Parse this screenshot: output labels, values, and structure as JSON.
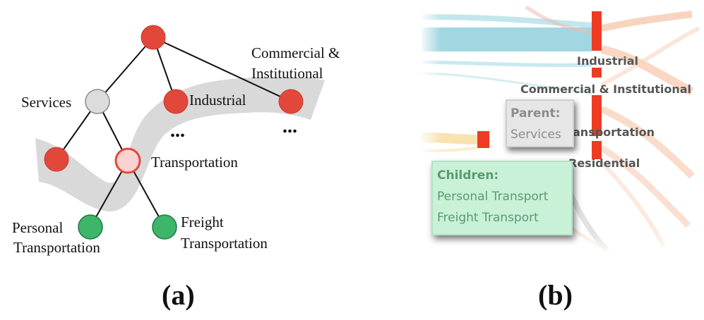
{
  "panel_a": {
    "nodes": {
      "services": "Services",
      "industrial": "Industrial",
      "commercial_line1": "Commercial &",
      "commercial_line2": "Institutional",
      "transportation": "Transportation",
      "personal_line1": "Personal",
      "personal_line2": "Transportation",
      "freight_line1": "Freight",
      "freight_line2": "Transportation",
      "ellipsis": "..."
    },
    "caption": "(a)"
  },
  "panel_b": {
    "nodes": {
      "industrial": "Industrial",
      "commercial": "Commercial & Institutional",
      "transportation_partial": "ansportation",
      "residential_partial": "Residential"
    },
    "parent_tooltip": {
      "heading": "Parent:",
      "item": "Services"
    },
    "children_tooltip": {
      "heading": "Children:",
      "items": [
        "Personal Transport",
        "Freight Transport"
      ]
    },
    "caption": "(b)"
  },
  "colors": {
    "node_red": "#e2483a",
    "node_gray": "#dcdcdc",
    "node_pink": "#fbd2d2",
    "node_green": "#3db56a",
    "highlight_band": "#d9d9d9",
    "sankey_bar": "#ef3b24",
    "flow_blue": "#8fd0dc",
    "flow_orange": "#f6c6a9",
    "flow_yellow": "#f8dfa6"
  }
}
